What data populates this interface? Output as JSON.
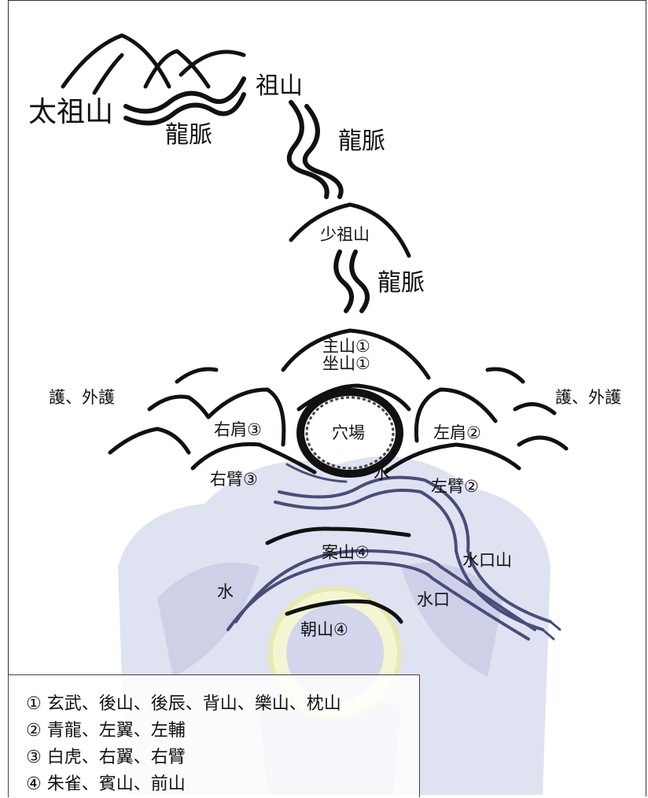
{
  "labels": {
    "tai_zu_shan": "太祖山",
    "zu_shan": "祖山",
    "long_mai_1": "龍脈",
    "long_mai_2": "龍脈",
    "shao_zu_shan": "少祖山",
    "long_mai_3": "龍脈",
    "zhu_shan": "主山①",
    "zuo_shan": "坐山①",
    "hu_wai_hu_left": "護、外護",
    "hu_wai_hu_right": "護、外護",
    "xue_chang": "穴場",
    "you_jian": "右肩③",
    "zuo_jian": "左肩②",
    "shui_center": "水",
    "you_bi": "右臂③",
    "zuo_bi": "左臂②",
    "an_shan": "案山④",
    "shui_kou_shan": "水口山",
    "shui_left": "水",
    "shui_kou": "水口",
    "chao_shan": "朝山④"
  },
  "legend": [
    "① 玄武、後山、後辰、背山、樂山、枕山",
    "② 青龍、左翼、左輔",
    "③ 白虎、右翼、右臂",
    "④ 朱雀、賓山、前山"
  ],
  "colors": {
    "ink": "#111111",
    "river": "#4a4c7a",
    "watermark": "#c9cce6",
    "watermark_seal": "#f0f2c8"
  }
}
